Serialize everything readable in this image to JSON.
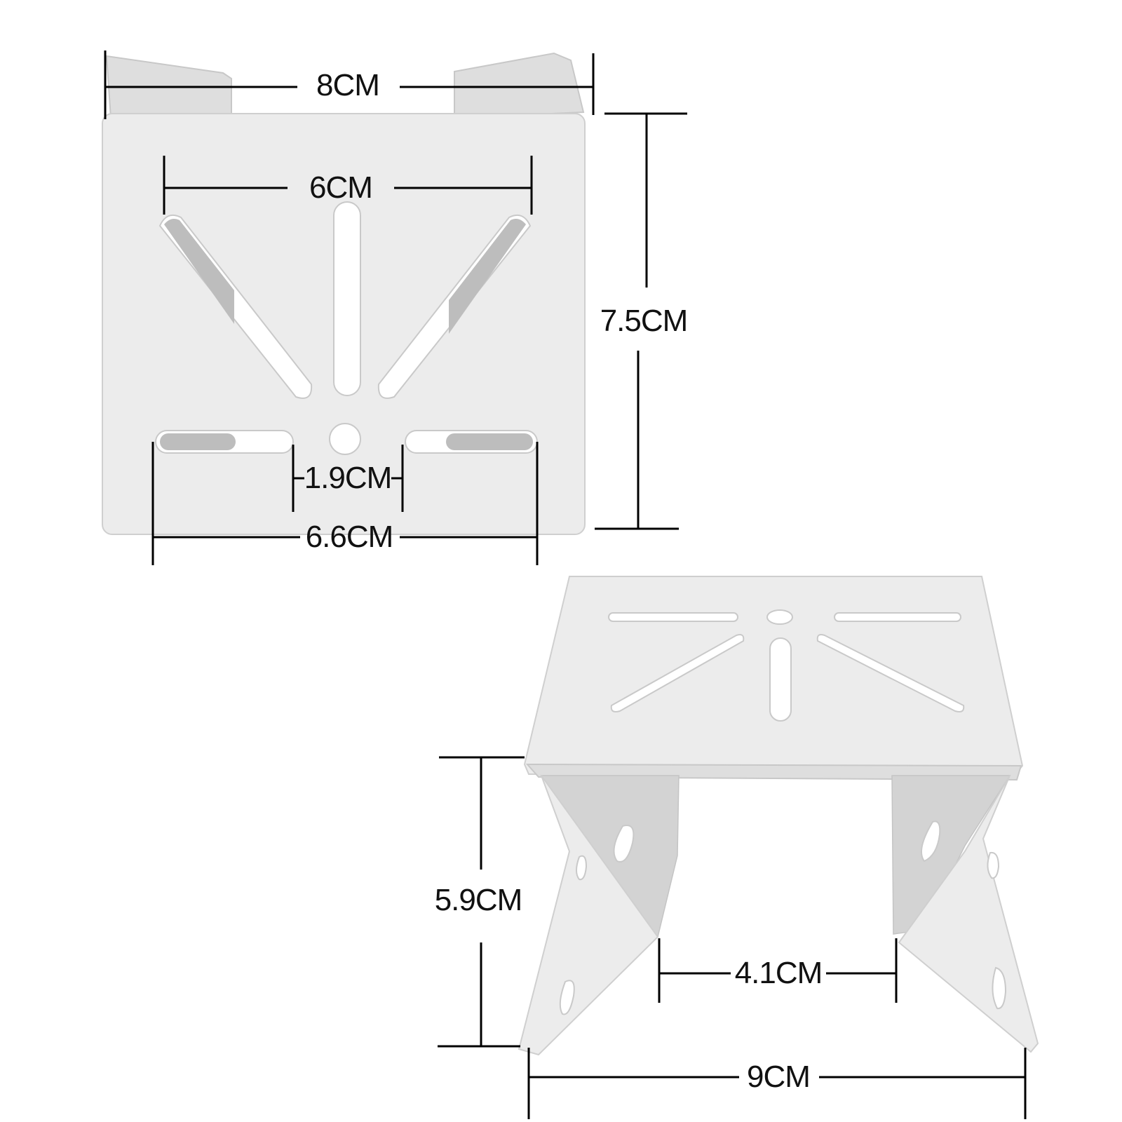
{
  "views": {
    "front": {
      "width_label": "8CM",
      "slot_span_label": "6CM",
      "height_label": "7.5CM",
      "center_gap_label": "1.9CM",
      "bottom_span_label": "6.6CM"
    },
    "perspective": {
      "height_label": "5.9CM",
      "opening_label": "4.1CM",
      "width_label": "9CM"
    }
  },
  "colors": {
    "metal": "#ececec",
    "dimension_line": "#000000",
    "background": "#ffffff"
  }
}
